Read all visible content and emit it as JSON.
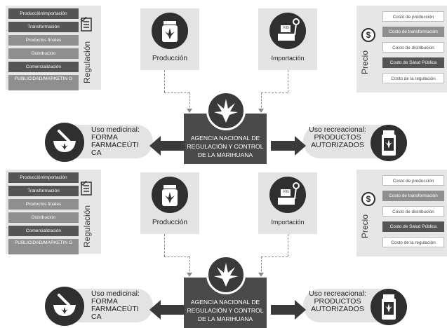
{
  "regulation": {
    "title": "Regulación",
    "items": [
      {
        "label": "ProducciónImportación",
        "shade": "dark"
      },
      {
        "label": "Transformación",
        "shade": "dark"
      },
      {
        "label": "Productos finales",
        "shade": "mid"
      },
      {
        "label": "Distribución",
        "shade": "mid"
      },
      {
        "label": "Comercialización",
        "shade": "dark"
      },
      {
        "label": "PUBLICIDAD/MARKETIN G",
        "shade": "mid"
      }
    ]
  },
  "production": {
    "label": "Producción",
    "icon": "jar-cannabis-icon"
  },
  "import": {
    "label": "Importación",
    "icon": "scale-kg-icon",
    "scale_text": "KG"
  },
  "price": {
    "title": "Precio",
    "icon": "dollar-icon",
    "items": [
      {
        "label": "Costo de producción",
        "shade": "light"
      },
      {
        "label": "Costo de transformación",
        "shade": "mid"
      },
      {
        "label": "Costo de distribución",
        "shade": "light"
      },
      {
        "label": "Costo de Salud Pública",
        "shade": "dark"
      },
      {
        "label": "Costo de la regulación",
        "shade": "light"
      }
    ]
  },
  "agency": {
    "lines": [
      "AGENCIA NACIONAL DE",
      "REGULACIÓN Y CONTROL",
      "DE LA MARIHUANA"
    ],
    "icon": "cannabis-leaf-icon"
  },
  "medical": {
    "lines": [
      "Uso medicinal:",
      "FORMA",
      "FARMACEÚTI",
      "CA"
    ],
    "icon": "mortar-pestle-icon"
  },
  "recreational": {
    "lines": [
      "Uso recreacional:",
      "PRODUCTOS",
      "AUTORIZADOS"
    ],
    "icon": "bottle-cannabis-icon"
  },
  "colors": {
    "dark": "#4a4a4a",
    "mid": "#8f8f8f",
    "panel": "#e6e6e6",
    "icon": "#2f2f2f"
  }
}
